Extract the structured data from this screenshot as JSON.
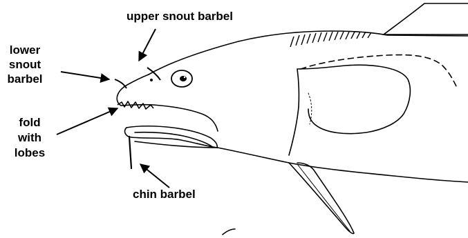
{
  "labels": {
    "upper_snout_barbel": "upper snout barbel",
    "lower_snout_barbel": [
      "lower",
      "snout",
      "barbel"
    ],
    "fold_with_lobes": [
      "fold",
      "with",
      "lobes"
    ],
    "chin_barbel": "chin barbel"
  },
  "colors": {
    "ink": "#000000",
    "background": "#ffffff"
  }
}
